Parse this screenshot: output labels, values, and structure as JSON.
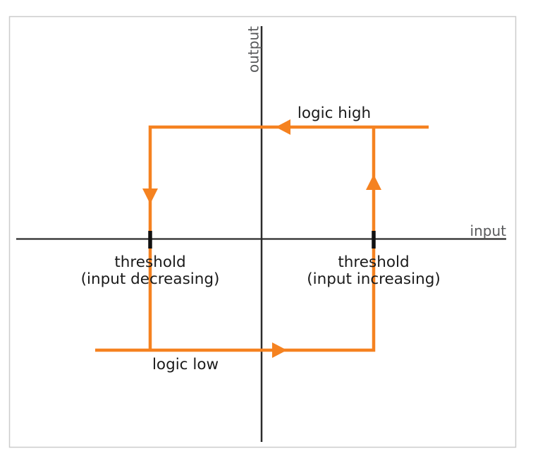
{
  "diagram": {
    "type": "hysteresis-loop",
    "axes": {
      "x_label": "input",
      "y_label": "output"
    },
    "labels": {
      "logic_high": "logic high",
      "logic_low": "logic low",
      "threshold_decreasing": {
        "line1": "threshold",
        "line2": "(input decreasing)"
      },
      "threshold_increasing": {
        "line1": "threshold",
        "line2": "(input increasing)"
      }
    },
    "colors": {
      "loop": "#F58220",
      "axis": "#2b2b2b",
      "axis_label": "#58595b",
      "text": "#1a1a1a",
      "tick": "#111111",
      "frame": "#cccccc",
      "background": "#ffffff"
    }
  }
}
